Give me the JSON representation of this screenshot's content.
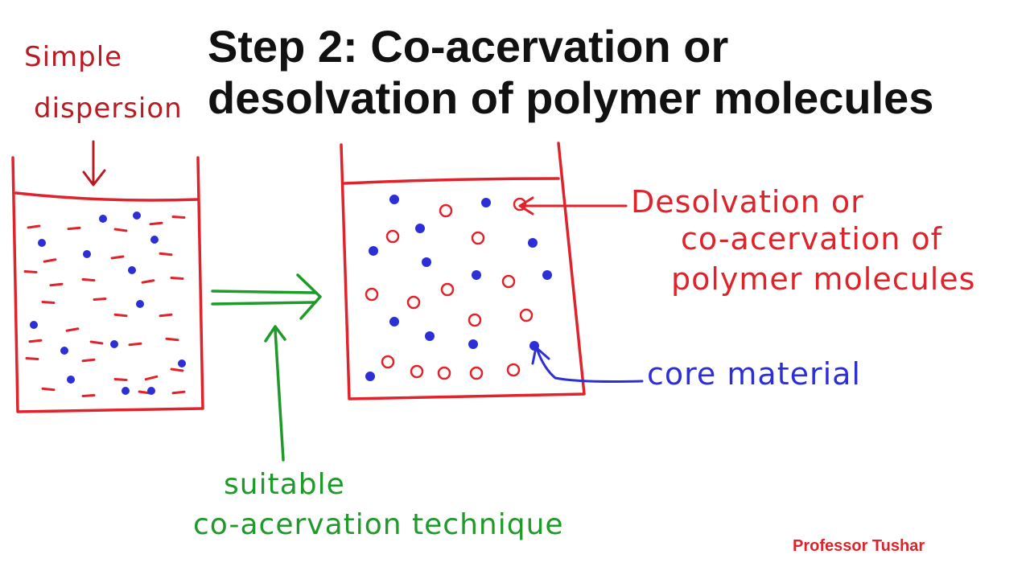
{
  "colors": {
    "red": "#e0232b",
    "dark_red": "#b81c22",
    "blue": "#2d2fd6",
    "green": "#1f9a2a",
    "title": "#111111"
  },
  "title": {
    "line1": "Step 2: Co-acervation or",
    "line2": "desolvation of polymer molecules"
  },
  "left_beaker": {
    "label_line1": "Simple",
    "label_line2": "dispersion"
  },
  "transition": {
    "label_line1": "suitable",
    "label_line2": "co-acervation technique"
  },
  "right_beaker": {
    "desolvation_line1": "Desolvation or",
    "desolvation_line2": "co-acervation of",
    "desolvation_line3": "polymer molecules",
    "core_label": "core material"
  },
  "watermark": "Professor Tushar"
}
